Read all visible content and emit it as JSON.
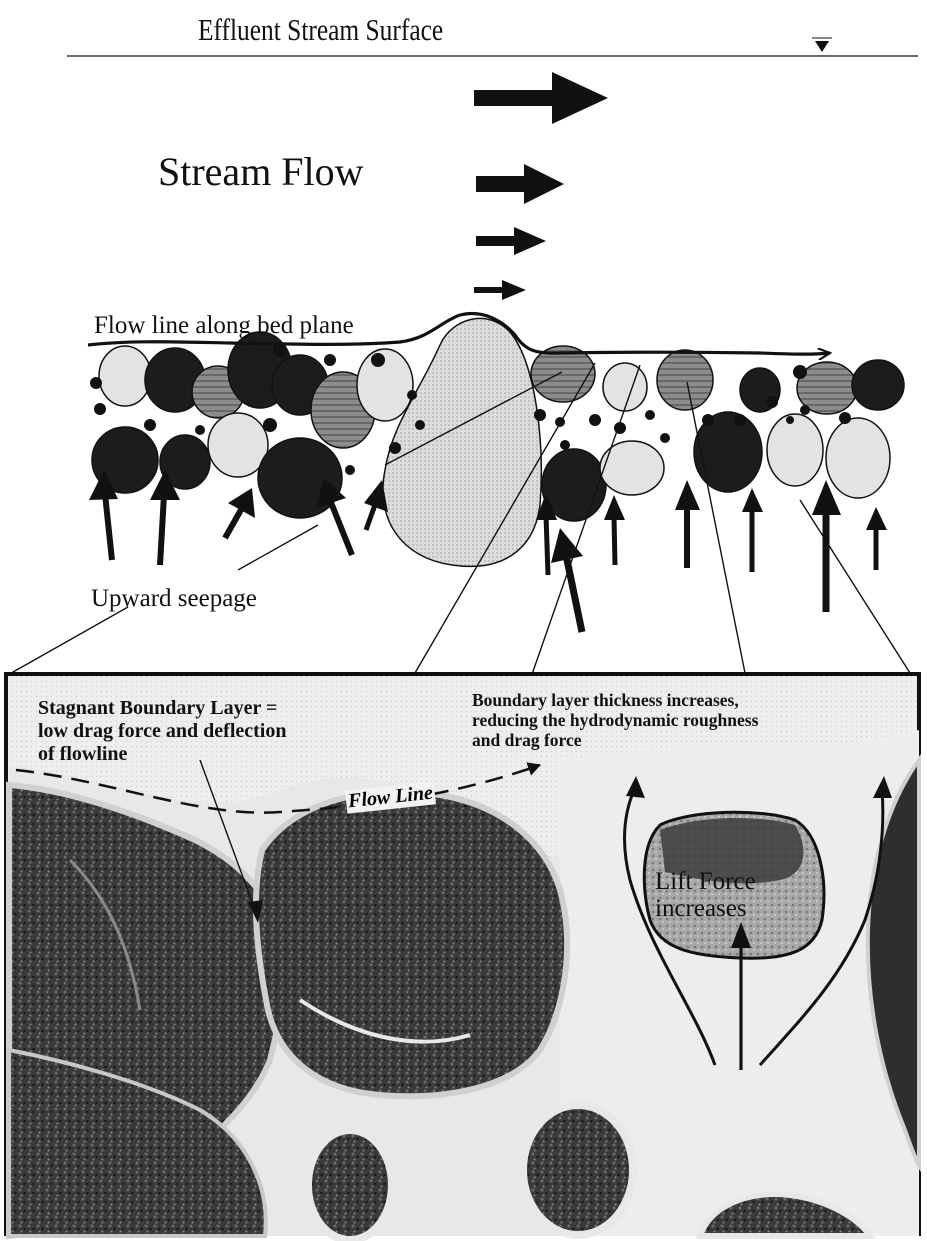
{
  "labels": {
    "surface": "Effluent Stream Surface",
    "stream_flow": "Stream Flow",
    "bed_plane": "Flow line along bed plane",
    "seepage": "Upward seepage",
    "stagnant_line1": "Stagnant Boundary Layer =",
    "stagnant_line2": "low drag force and deflection",
    "stagnant_line3": "of flowline",
    "boundary_line1": "Boundary layer thickness increases,",
    "boundary_line2": "reducing the hydrodynamic roughness",
    "boundary_line3": "and drag force",
    "flow_line": "Flow Line",
    "lift_line1": "Lift Force",
    "lift_line2": "increases"
  },
  "colors": {
    "ink": "#111111",
    "light_grain": "#e6e6e6",
    "medium_grain": "#9a9a9a",
    "dark_grain": "#1c1c1c",
    "inset_fluid": "#f4f4f4",
    "grain_texture_dark": "#3a3a3a",
    "grain_texture_light": "#a8a8a8"
  },
  "icons": {
    "surface_marker": "water-level-triangle-icon",
    "flow_arrows": "right-arrow-icon",
    "seepage_arrows": "up-arrow-icon"
  }
}
